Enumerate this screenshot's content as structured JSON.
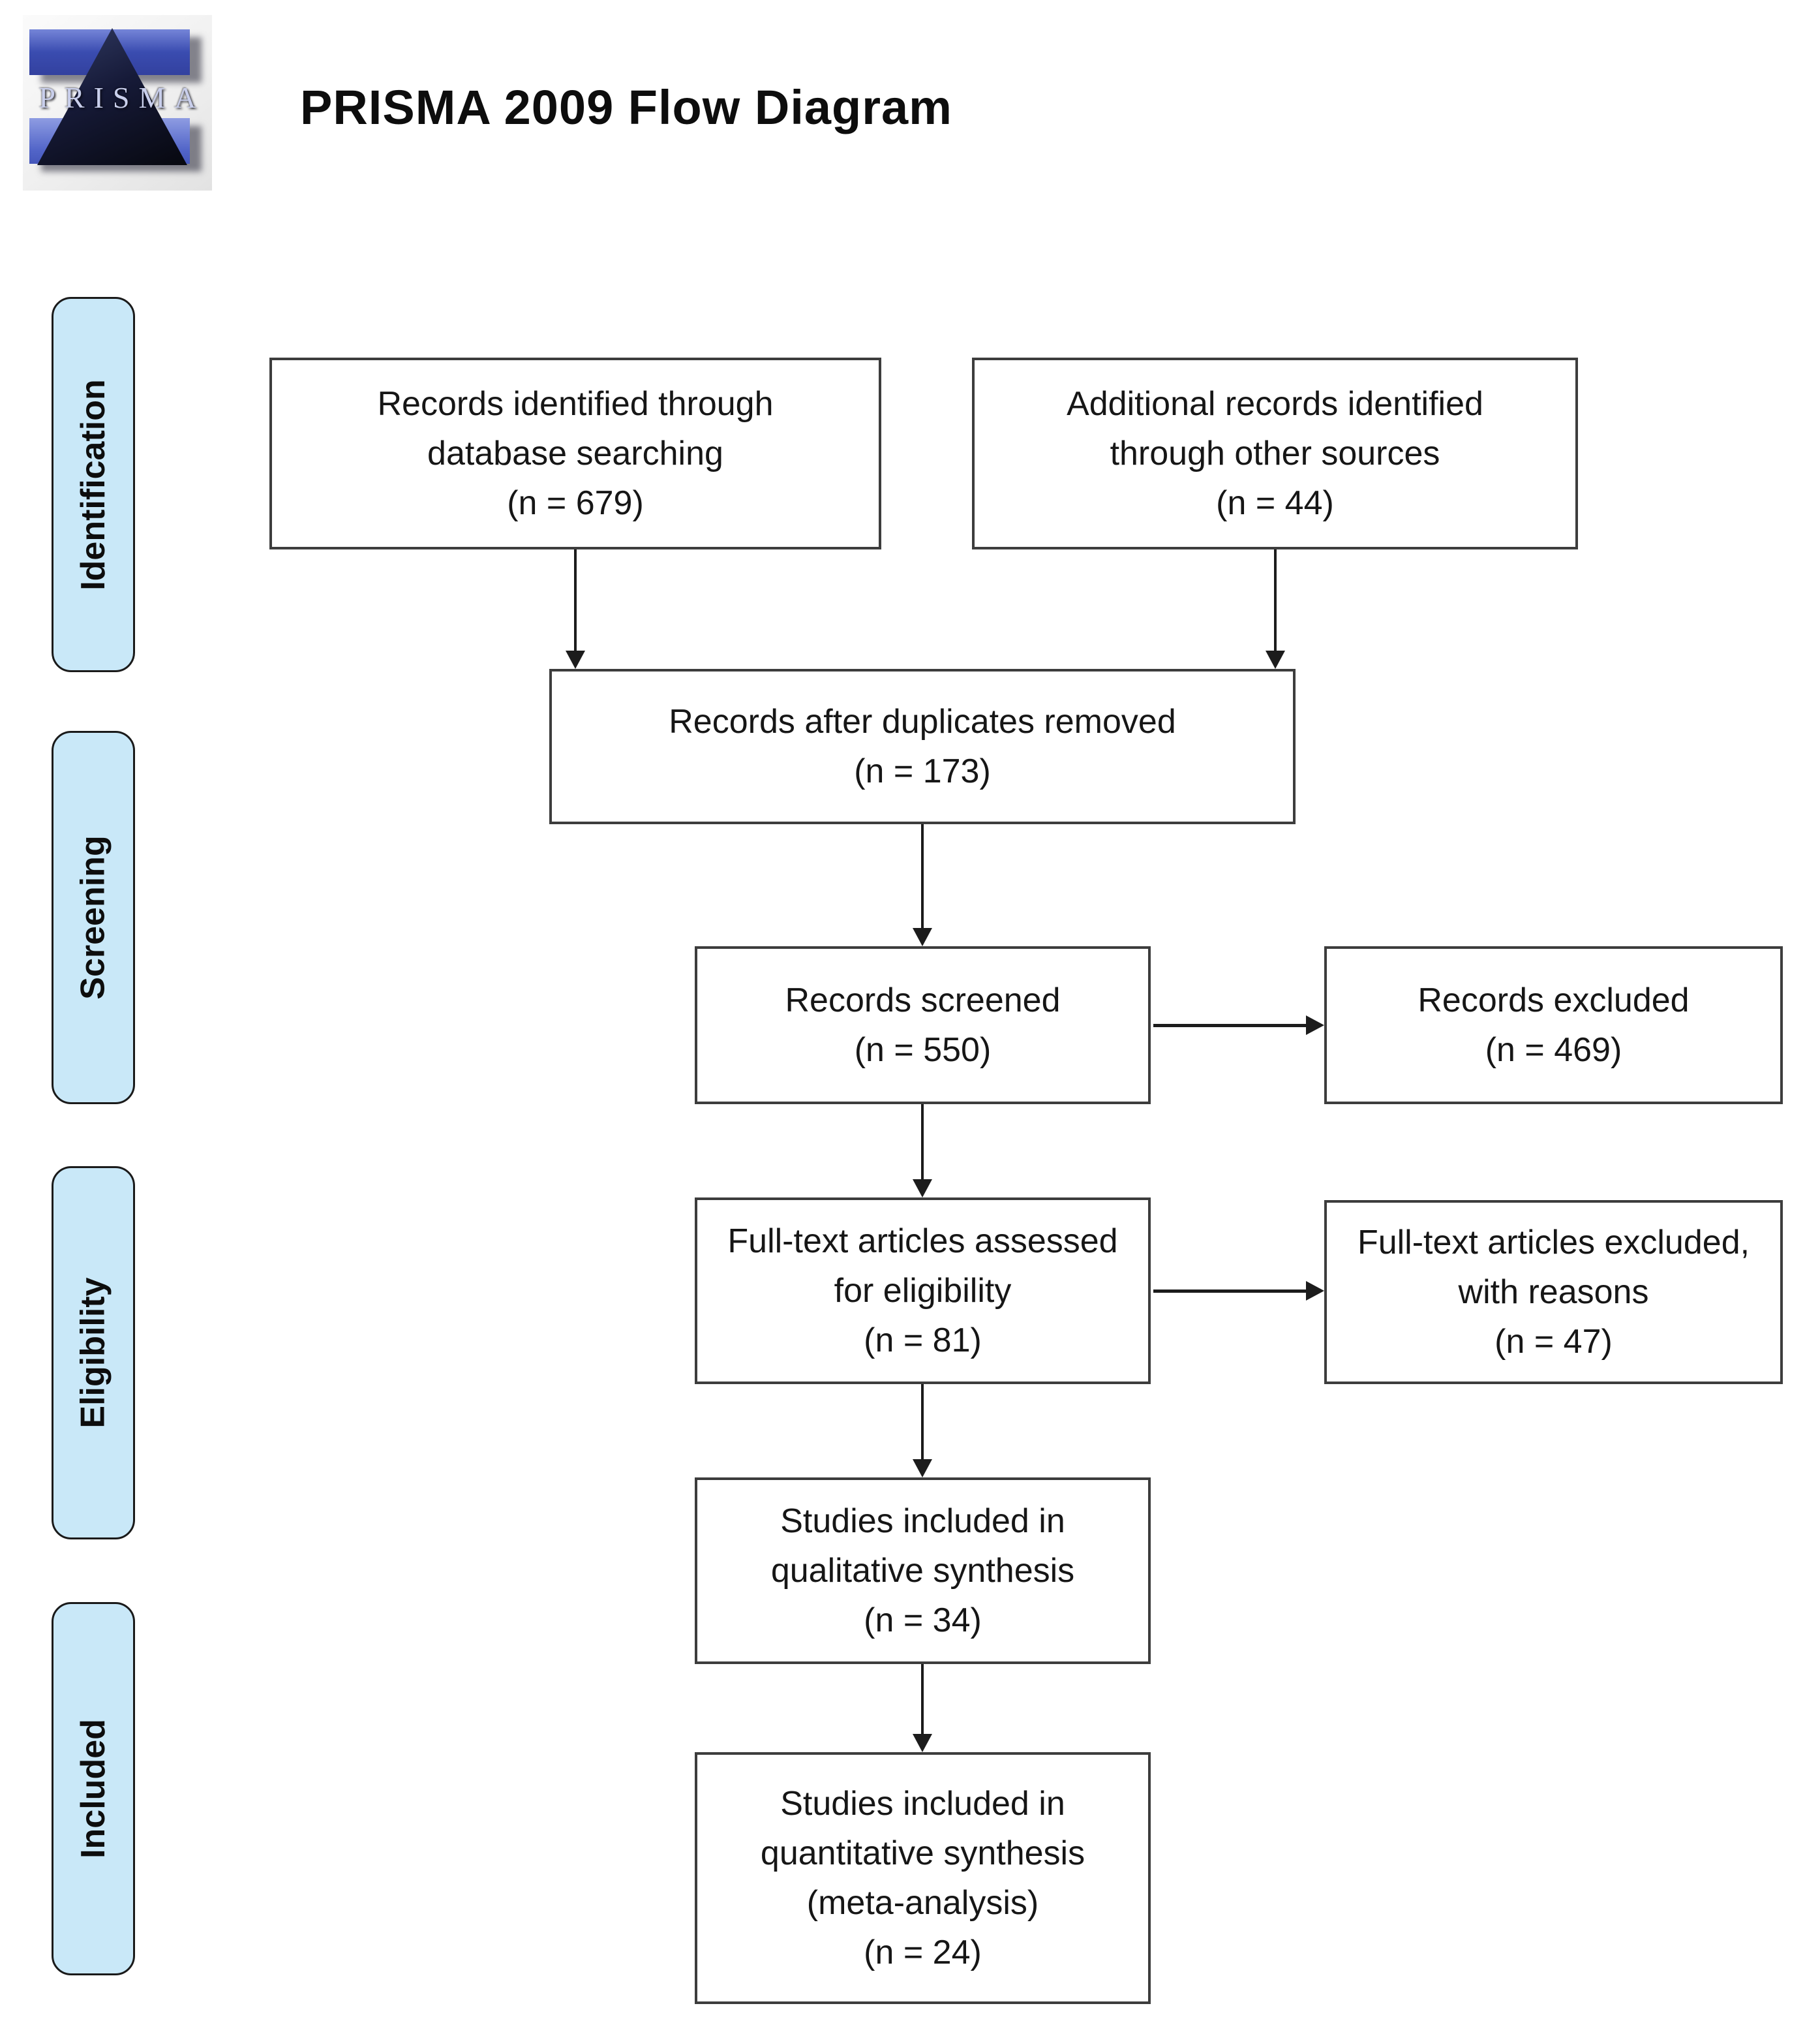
{
  "header": {
    "title": "PRISMA 2009 Flow Diagram",
    "logo": {
      "text": "PRISMA"
    }
  },
  "stages": [
    {
      "label": "Identification"
    },
    {
      "label": "Screening"
    },
    {
      "label": "Eligibility"
    },
    {
      "label": "Included"
    }
  ],
  "boxes": {
    "records_identified": {
      "lines": [
        "Records identified through",
        "database searching",
        "(n = 679)"
      ],
      "n": 679
    },
    "additional_records": {
      "lines": [
        "Additional records identified",
        "through other sources",
        "(n = 44)"
      ],
      "n": 44
    },
    "after_duplicates": {
      "lines": [
        "Records after duplicates removed",
        "(n = 173)"
      ],
      "n": 173
    },
    "records_screened": {
      "lines": [
        "Records screened",
        "(n = 550)"
      ],
      "n": 550
    },
    "records_excluded": {
      "lines": [
        "Records excluded",
        "(n = 469)"
      ],
      "n": 469
    },
    "fulltext_assessed": {
      "lines": [
        "Full-text articles assessed",
        "for eligibility",
        "(n = 81)"
      ],
      "n": 81
    },
    "fulltext_excluded": {
      "lines": [
        "Full-text articles excluded,",
        "with reasons",
        "(n = 47)"
      ],
      "n": 47
    },
    "qualitative_synthesis": {
      "lines": [
        "Studies included in",
        "qualitative synthesis",
        "(n = 34)"
      ],
      "n": 34
    },
    "quantitative_synthesis": {
      "lines": [
        "Studies included in",
        "quantitative synthesis",
        "(meta-analysis)",
        "(n = 24)"
      ],
      "n": 24
    }
  },
  "colors": {
    "stage_fill": "#c9e8f8",
    "stage_border": "#1a1a1a",
    "box_fill": "#ffffff",
    "box_border": "#3d3d3d",
    "arrow": "#1c1c1c",
    "logo_band_blue": "#3a4cb0",
    "logo_triangle_dark": "#0b0d1f"
  }
}
